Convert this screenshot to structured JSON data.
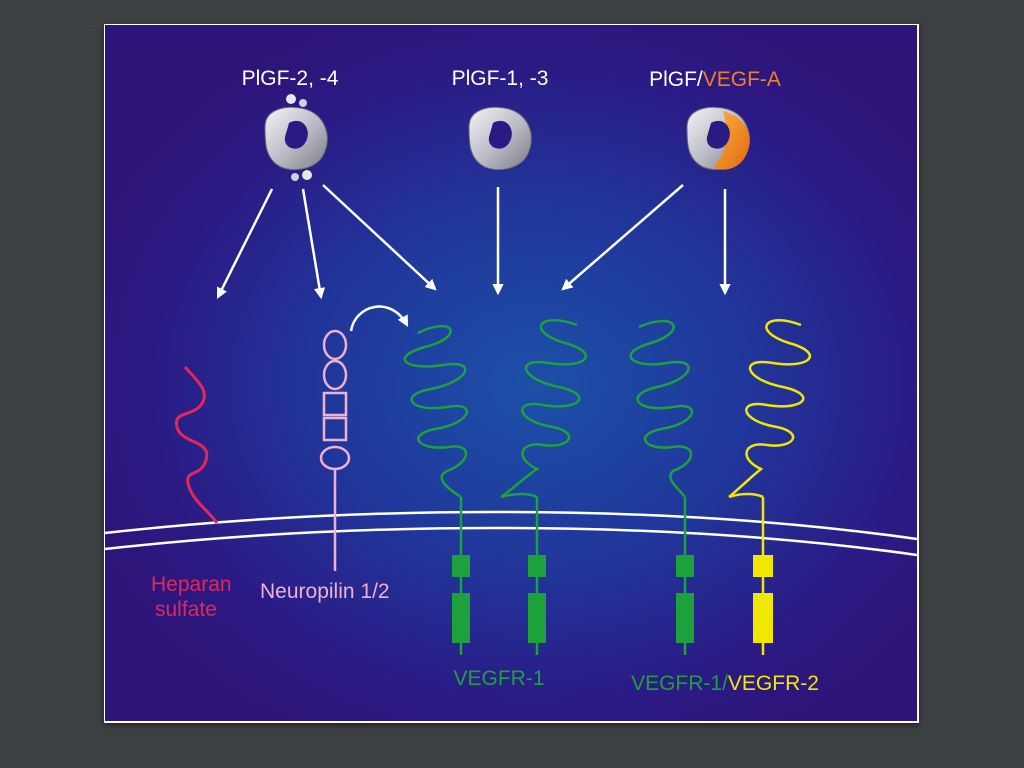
{
  "figure": {
    "ligands": {
      "plgf24": "PlGF-2, -4",
      "plgf13": "PlGF-1, -3",
      "plgf_part": "PlGF/",
      "vegfa_part": "VEGF-A"
    },
    "receptors": {
      "heparan_line1": "Heparan",
      "heparan_line2": "sulfate",
      "neuropilin": "Neuropilin 1/2",
      "vegfr1": "VEGFR-1",
      "vegfr1_part": "VEGFR-1/",
      "vegfr2_part": "VEGFR-2"
    },
    "colors": {
      "background": "#2d1478",
      "text": "#ffffff",
      "vegf_a": "#f08020",
      "heparan": "#e0285a",
      "neuropilin": "#f0b0d0",
      "vegfr1": "#1ea03c",
      "vegfr2": "#f0e800"
    }
  }
}
